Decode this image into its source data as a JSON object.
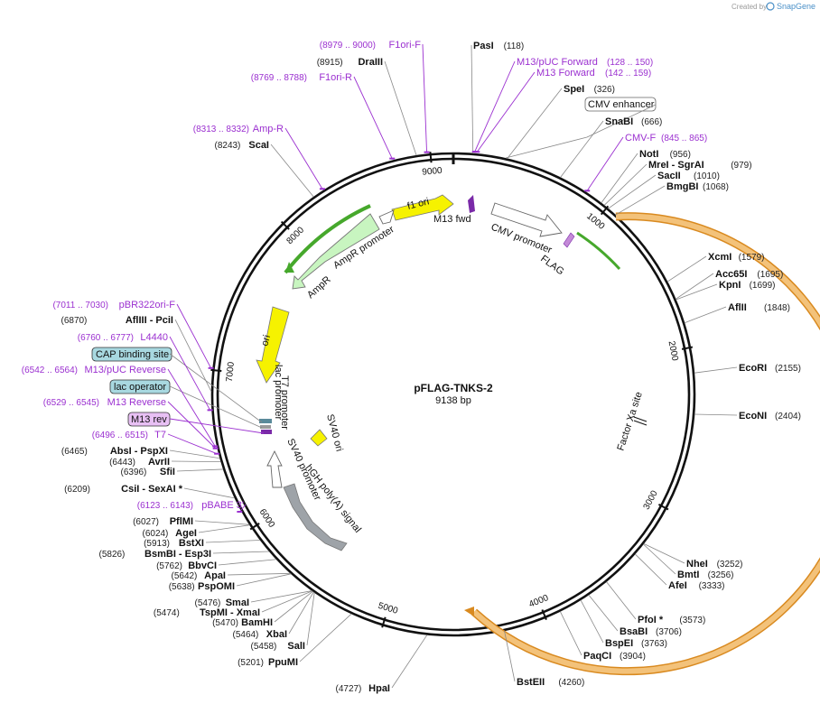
{
  "credit": {
    "prefix": "Created by",
    "brand": "SnapGene"
  },
  "plasmid": {
    "name": "pFLAG-TNKS-2",
    "size_label": "9138 bp",
    "length_bp": 9138
  },
  "ticks": [
    "1000",
    "2000",
    "3000",
    "4000",
    "5000",
    "6000",
    "7000",
    "8000",
    "9000"
  ],
  "enzymes": [
    {
      "name": "PasI",
      "pos": "(118)"
    },
    {
      "name": "SpeI",
      "pos": "(326)"
    },
    {
      "name": "SnaBI",
      "pos": "(666)"
    },
    {
      "name": "NotI",
      "pos": "(956)"
    },
    {
      "name": "MreI  - SgrAI",
      "pos": "(979)"
    },
    {
      "name": "SacII",
      "pos": "(1010)"
    },
    {
      "name": "BmgBI",
      "pos": "(1068)"
    },
    {
      "name": "XcmI",
      "pos": "(1579)"
    },
    {
      "name": "Acc65I",
      "pos": "(1695)"
    },
    {
      "name": "KpnI",
      "pos": "(1699)"
    },
    {
      "name": "AflII",
      "pos": "(1848)"
    },
    {
      "name": "EcoRI",
      "pos": "(2155)"
    },
    {
      "name": "EcoNI",
      "pos": "(2404)"
    },
    {
      "name": "NheI",
      "pos": "(3252)"
    },
    {
      "name": "BmtI",
      "pos": "(3256)"
    },
    {
      "name": "AfeI",
      "pos": "(3333)"
    },
    {
      "name": "PfoI *",
      "pos": "(3573)"
    },
    {
      "name": "BsaBI",
      "pos": "(3706)"
    },
    {
      "name": "BspEI",
      "pos": "(3763)"
    },
    {
      "name": "PaqCI",
      "pos": "(3904)"
    },
    {
      "name": "BstEII",
      "pos": "(4260)"
    },
    {
      "name": "HpaI",
      "pos": "(4727)"
    },
    {
      "name": "PpuMI",
      "pos": "(5201)"
    },
    {
      "name": "SalI",
      "pos": "(5458)"
    },
    {
      "name": "XbaI",
      "pos": "(5464)"
    },
    {
      "name": "BamHI",
      "pos": "(5470)"
    },
    {
      "name": "TspMI  - XmaI",
      "pos": "(5474)"
    },
    {
      "name": "SmaI",
      "pos": "(5476)"
    },
    {
      "name": "PspOMI",
      "pos": "(5638)"
    },
    {
      "name": "ApaI",
      "pos": "(5642)"
    },
    {
      "name": "BbvCI",
      "pos": "(5762)"
    },
    {
      "name": "BsmBI  - Esp3I",
      "pos": "(5826)"
    },
    {
      "name": "BstXI",
      "pos": "(5913)"
    },
    {
      "name": "AgeI",
      "pos": "(6024)"
    },
    {
      "name": "PflMI",
      "pos": "(6027)"
    },
    {
      "name": "CsiI  - SexAI *",
      "pos": "(6209)"
    },
    {
      "name": "SfiI",
      "pos": "(6396)"
    },
    {
      "name": "AvrII",
      "pos": "(6443)"
    },
    {
      "name": "AbsI  - PspXI",
      "pos": "(6465)"
    },
    {
      "name": "AflIII  - PciI",
      "pos": "(6870)"
    },
    {
      "name": "ScaI",
      "pos": "(8243)"
    },
    {
      "name": "DraIII",
      "pos": "(8915)"
    }
  ],
  "primers": [
    {
      "name": "M13/pUC Forward",
      "pos": "(128 .. 150)"
    },
    {
      "name": "M13 Forward",
      "pos": "(142 .. 159)"
    },
    {
      "name": "CMV-F",
      "pos": "(845 .. 865)"
    },
    {
      "name": "pBABE 3'",
      "pos": "(6123 .. 6143)"
    },
    {
      "name": "T7",
      "pos": "(6496 .. 6515)"
    },
    {
      "name": "M13 Reverse",
      "pos": "(6529 .. 6545)"
    },
    {
      "name": "M13/pUC Reverse",
      "pos": "(6542 .. 6564)"
    },
    {
      "name": "L4440",
      "pos": "(6760 .. 6777)"
    },
    {
      "name": "pBR322ori-F",
      "pos": "(7011 .. 7030)"
    },
    {
      "name": "Amp-R",
      "pos": "(8313 .. 8332)"
    },
    {
      "name": "F1ori-R",
      "pos": "(8769 .. 8788)"
    },
    {
      "name": "F1ori-F",
      "pos": "(8979 .. 9000)"
    }
  ],
  "boxed_labels": {
    "cmv_enhancer": "CMV enhancer",
    "cap_binding_site": "CAP binding site",
    "lac_operator": "lac operator",
    "m13_rev": "M13 rev"
  },
  "features": {
    "f1_ori": "f1 ori",
    "m13_fwd": "M13 fwd",
    "cmv_promoter": "CMV promoter",
    "flag": "FLAG",
    "ampr_promoter": "AmpR promoter",
    "ampr": "AmpR",
    "ori": "ori",
    "t7_promoter": "T7 promoter",
    "lac_promoter": "lac promoter",
    "sv40_ori": "SV40 ori",
    "sv40_promoter": "SV40 promoter",
    "hgh_polya": "hGH poly(A) signal",
    "factor_xa": "Factor Xa site"
  },
  "colors": {
    "primer": "#9b30d0",
    "f1_ori": "#f6f200",
    "ori": "#f6f200",
    "ampr": "#c8f5c0",
    "ampr_accent": "#46a82c",
    "tnks2_arc": "#f3c27a",
    "tnks2_accent": "#d98a20",
    "sv40_polyA_gray": "#9ea3a8",
    "cap_box_fill": "#a8d8e0",
    "lac_box_fill": "#a8d8e0",
    "m13rev_box_fill": "#e8c0f4"
  }
}
